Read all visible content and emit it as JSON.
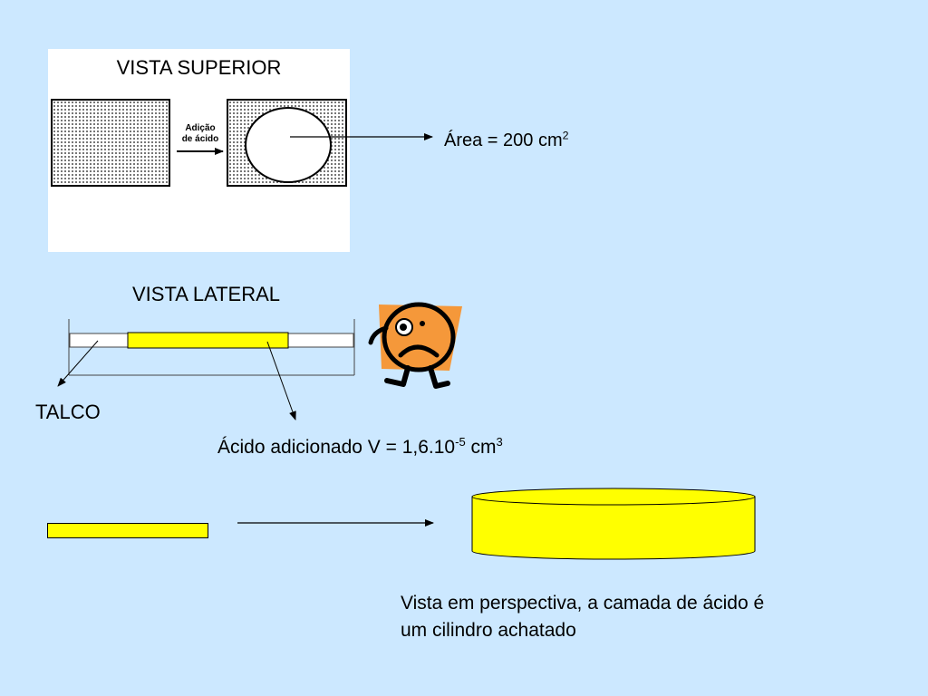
{
  "top_view": {
    "title": "VISTA SUPERIOR",
    "step_label_line1": "Adição",
    "step_label_line2": "de ácido"
  },
  "area": {
    "prefix": "Área = 200 cm",
    "exponent": "2"
  },
  "side_view": {
    "title": "VISTA LATERAL",
    "talc_label": "TALCO"
  },
  "acid_volume": {
    "prefix": "Ácido adicionado V = 1,6.10",
    "exponent": "-5",
    "unit": " cm",
    "unit_exponent": "3"
  },
  "perspective": {
    "caption": "Vista em perspectiva, a camada de ácido é um cilindro achatado"
  },
  "colors": {
    "background": "#CCE8FF",
    "acid": "#FFFF00",
    "character": "#F5983A"
  },
  "icons": {
    "character": "worried-character-icon"
  }
}
